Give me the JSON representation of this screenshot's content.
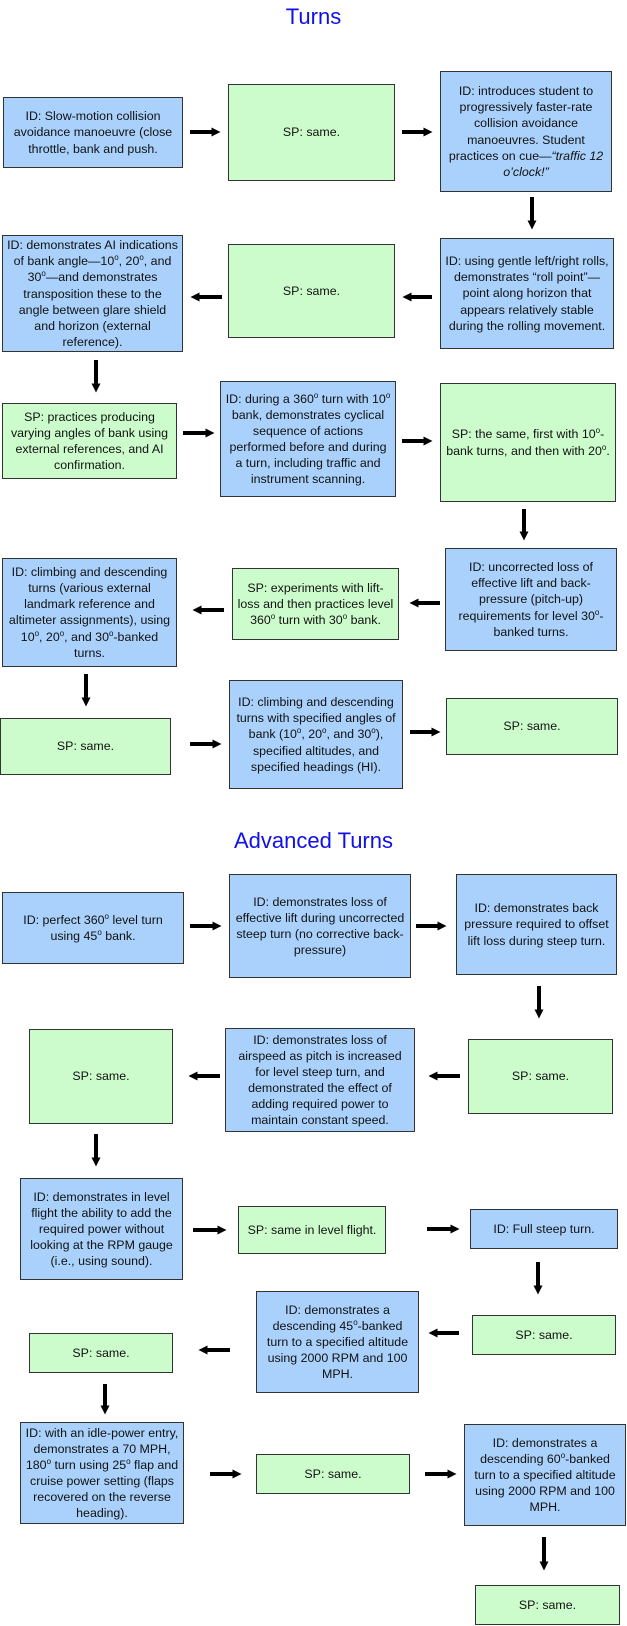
{
  "titles": {
    "turns": "Turns",
    "advanced": "Advanced Turns"
  },
  "turns": {
    "b1": "ID:  Slow-motion collision avoidance manoeuvre (close throttle, bank and push.",
    "b2": "SP: same.",
    "b3": "ID: introduces student to progressively faster-rate collision avoidance manoeuvres.  Student practices on cue—",
    "b3_cue": "“traffic 12 o’clock!”",
    "b4": "ID: using gentle left/right rolls, demonstrates “roll point”—point along horizon that appears relatively stable during the rolling movement.",
    "b5": "SP: same.",
    "b6_a": "ID: demonstrates AI indications of bank angle—10",
    "b6_b": ", 20",
    "b6_c": ", and 30",
    "b6_d": "—and demonstrates transposition these to the angle between glare shield and horizon (external reference).",
    "b7": "SP: practices producing varying angles of bank using external references, and AI confirmation.",
    "b8_a": "ID: during a 360",
    "b8_b": " turn with 10",
    "b8_c": " bank, demonstrates cyclical sequence of actions performed before and during a turn, including traffic and instrument scanning.",
    "b9_a": "SP: the same, first with 10",
    "b9_b": "-bank turns, and then with 20",
    "b9_c": ".",
    "b10_a": "ID: uncorrected loss of effective lift and back-pressure (pitch-up) requirements for level 30",
    "b10_b": "-banked turns.",
    "b11_a": "SP: experiments with lift-loss and then practices level 360",
    "b11_b": " turn with 30",
    "b11_c": " bank.",
    "b12_a": "ID: climbing and descending turns (various external landmark reference and altimeter assignments), using 10",
    "b12_b": ", 20",
    "b12_c": ", and 30",
    "b12_d": "-banked turns.",
    "b13": "SP: same.",
    "b14_a": "ID: climbing and descending turns with specified angles of bank (10",
    "b14_b": ", 20",
    "b14_c": ", and 30",
    "b14_d": "), specified altitudes, and specified headings (HI).",
    "b15": "SP: same."
  },
  "advanced": {
    "a1_a": "ID:  perfect 360",
    "a1_b": " level turn using 45",
    "a1_c": " bank.",
    "a2": "ID: demonstrates loss of effective lift during uncorrected steep turn (no corrective back-pressure)",
    "a3": "ID: demonstrates back pressure required to offset lift loss during steep turn.",
    "a4": "SP: same.",
    "a5": "ID: demonstrates loss of airspeed as pitch is increased for level steep turn, and demonstrated the effect of adding required power to maintain constant speed.",
    "a6": "SP: same.",
    "a7": "ID: demonstrates in level flight the ability to add the required power without looking at the RPM gauge (i.e., using sound).",
    "a8": "SP: same in level flight.",
    "a9": "ID: Full steep turn.",
    "a10": "SP: same.",
    "a11_a": "ID: demonstrates a descending 45",
    "a11_b": "-banked turn to a specified altitude using 2000 RPM and 100 MPH.",
    "a12": "SP: same.",
    "a13_a": "ID: with an idle-power entry, demonstrates a 70 MPH, 180",
    "a13_b": " turn using 25",
    "a13_c": " flap and cruise power setting (flaps recovered on the reverse heading).",
    "a14": "SP: same.",
    "a15_a": "ID: demonstrates a descending 60",
    "a15_b": "-banked turn to a specified altitude using 2000 RPM and 100 MPH.",
    "a16": "SP: same."
  },
  "degree_mark": "o"
}
